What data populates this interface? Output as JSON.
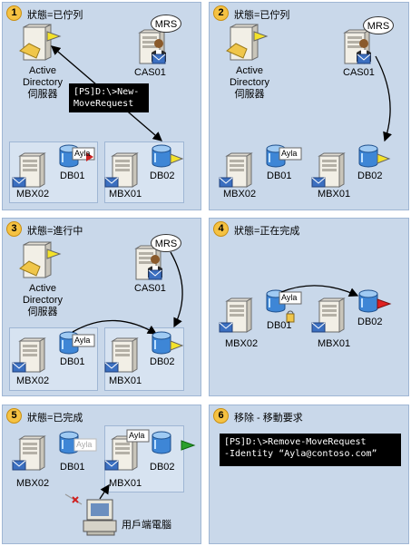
{
  "panels": [
    {
      "step": "1",
      "title": "狀態=已佇列"
    },
    {
      "step": "2",
      "title": "狀態=已佇列"
    },
    {
      "step": "3",
      "title": "狀態=進行中"
    },
    {
      "step": "4",
      "title": "狀態=正在完成"
    },
    {
      "step": "5",
      "title": "狀態=已完成"
    },
    {
      "step": "6",
      "title": "移除 - 移動要求"
    }
  ],
  "labels": {
    "ad_line1": "Active",
    "ad_line2": "Directory",
    "ad_line3": "伺服器",
    "cas": "CAS01",
    "mrs": "MRS",
    "mbx02": "MBX02",
    "mbx01": "MBX01",
    "db01": "DB01",
    "db02": "DB02",
    "mailbox_tag": "Ayla",
    "client": "用戶端電腦"
  },
  "commands": {
    "new_move_line1": "[PS]D:\\>New-",
    "new_move_line2": "MoveRequest",
    "remove_line1": "[PS]D:\\>Remove-MoveRequest",
    "remove_line2": "-Identity “Ayla@contoso.com”"
  },
  "colors": {
    "panel_bg": "#c9d8ea",
    "badge": "#f5c242",
    "flag_queued": "#f4e22a",
    "flag_completing": "#e02020",
    "flag_completed": "#2aa02a"
  }
}
